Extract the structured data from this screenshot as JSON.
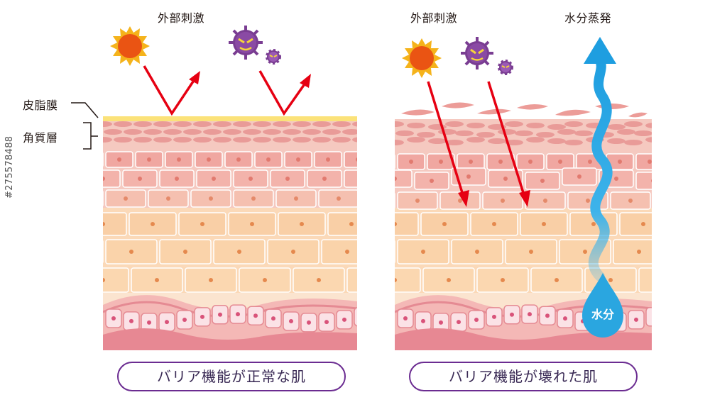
{
  "labels": {
    "external_left": "外部刺激",
    "external_right": "外部刺激",
    "evaporation": "水分蒸発",
    "sebum_film": "皮脂膜",
    "stratum_corneum": "角質層",
    "water_drop": "水分"
  },
  "captions": {
    "left": "バリア機能が正常な肌",
    "right": "バリア機能が壊れた肌"
  },
  "stock_id": "#275578488",
  "colors": {
    "arrow_red": "#e60012",
    "water_blue": "#2aa6e0",
    "caption_border": "#6b2c91",
    "skin_pink": "#f2b8ae",
    "skin_orange": "#f8d3aa"
  },
  "icons": [
    "sun-icon",
    "germ-icon",
    "small-germ-icon",
    "water-drop-icon"
  ]
}
